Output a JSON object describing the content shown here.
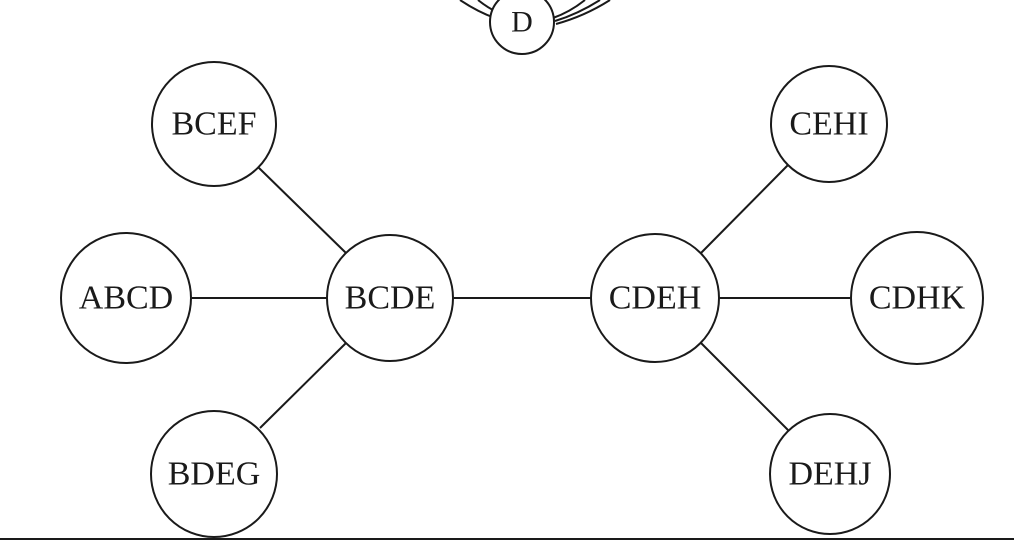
{
  "diagram": {
    "nodes": [
      {
        "id": "D",
        "label": "D"
      },
      {
        "id": "BCEF",
        "label": "BCEF"
      },
      {
        "id": "ABCD",
        "label": "ABCD"
      },
      {
        "id": "BCDE",
        "label": "BCDE"
      },
      {
        "id": "BDEG",
        "label": "BDEG"
      },
      {
        "id": "CDEH",
        "label": "CDEH"
      },
      {
        "id": "CEHI",
        "label": "CEHI"
      },
      {
        "id": "CDHK",
        "label": "CDHK"
      },
      {
        "id": "DEHJ",
        "label": "DEHJ"
      }
    ],
    "edges": [
      {
        "from": "BCEF",
        "to": "BCDE"
      },
      {
        "from": "ABCD",
        "to": "BCDE"
      },
      {
        "from": "BDEG",
        "to": "BCDE"
      },
      {
        "from": "BCDE",
        "to": "CDEH"
      },
      {
        "from": "CEHI",
        "to": "CDEH"
      },
      {
        "from": "CDHK",
        "to": "CDEH"
      },
      {
        "from": "DEHJ",
        "to": "CDEH"
      }
    ]
  }
}
